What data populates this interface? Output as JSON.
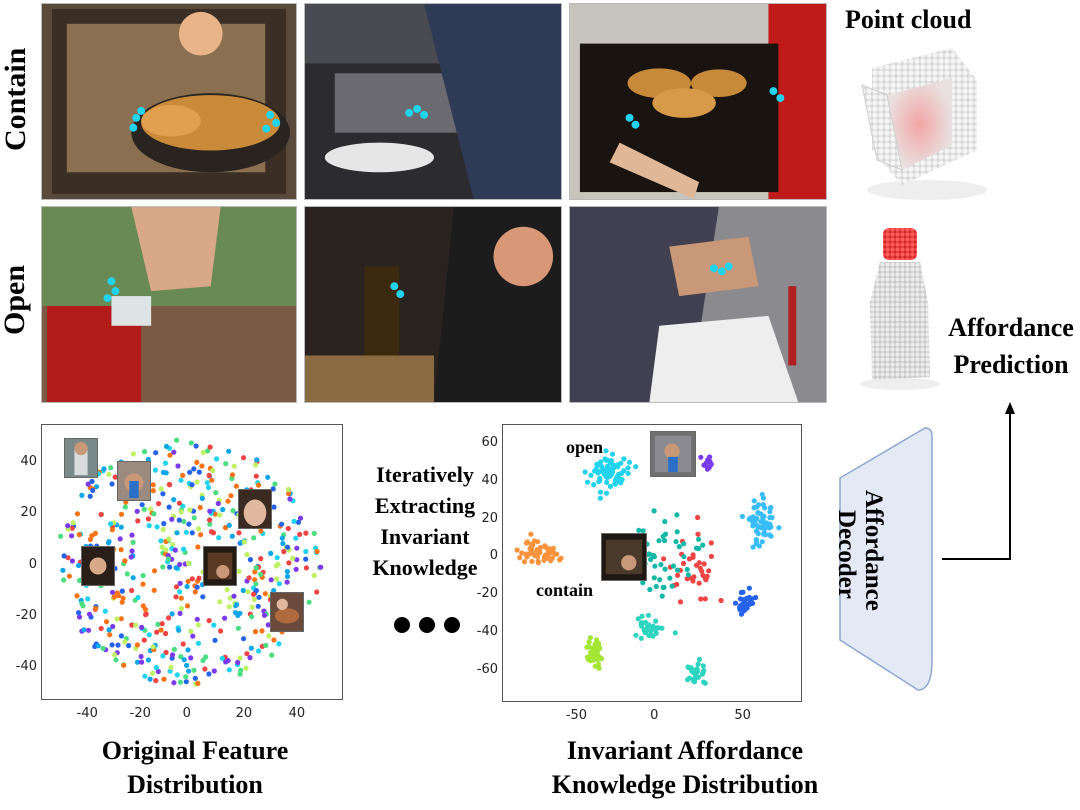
{
  "row_labels": {
    "contain": "Contain",
    "open": "Open"
  },
  "point_cloud_label": "Point cloud",
  "affordance_prediction": [
    "Affordance",
    "Prediction"
  ],
  "affordance_decoder": [
    "Affordance",
    "Decoder"
  ],
  "middle_text": [
    "Iteratively",
    "Extracting",
    "Invariant",
    "Knowledge"
  ],
  "captions": {
    "left": [
      "Original Feature",
      "Distribution"
    ],
    "right": [
      "Invariant Affordance",
      "Knowledge Distribution"
    ]
  },
  "annotations": {
    "open": "open",
    "contain": "contain"
  },
  "colors": {
    "keypoint": "#22d3ee",
    "decoder_fill": "#e3eaf6",
    "decoder_stroke": "#8ea6cf"
  },
  "chart_data": [
    {
      "type": "scatter",
      "title": "",
      "xlabel": "",
      "ylabel": "",
      "xlim": [
        -58,
        56
      ],
      "ylim": [
        -53,
        55
      ],
      "xticks": [
        -40,
        -20,
        0,
        20,
        40
      ],
      "yticks": [
        40,
        20,
        0,
        -20,
        -40
      ],
      "grid": false,
      "distribution": "uniform-mixed",
      "n_points": 560,
      "palette": [
        "#7c3aed",
        "#2563eb",
        "#22d3ee",
        "#4ade80",
        "#bef264",
        "#f97316",
        "#ef4444",
        "#0ea5e9"
      ]
    },
    {
      "type": "scatter",
      "title": "",
      "xlabel": "",
      "ylabel": "",
      "xlim": [
        -95,
        83
      ],
      "ylim": [
        -77,
        70
      ],
      "xticks": [
        -50,
        0,
        50
      ],
      "yticks": [
        60,
        40,
        20,
        0,
        -20,
        -40,
        -60
      ],
      "grid": false,
      "clusters": [
        {
          "color": "#22d3ee",
          "center": [
            -32,
            46
          ],
          "spread": [
            10,
            9
          ],
          "n": 75
        },
        {
          "color": "#fb923c",
          "center": [
            -72,
            2
          ],
          "spread": [
            10,
            5
          ],
          "n": 55
        },
        {
          "color": "#38bdf8",
          "center": [
            58,
            18
          ],
          "spread": [
            8,
            10
          ],
          "n": 60
        },
        {
          "color": "#2563eb",
          "center": [
            50,
            -24
          ],
          "spread": [
            5,
            5
          ],
          "n": 30
        },
        {
          "color": "#a3e635",
          "center": [
            -40,
            -52
          ],
          "spread": [
            4,
            8
          ],
          "n": 35
        },
        {
          "color": "#2dd4bf",
          "center": [
            20,
            -62
          ],
          "spread": [
            5,
            5
          ],
          "n": 30
        },
        {
          "color": "#2dd4bf",
          "center": [
            -8,
            -38
          ],
          "spread": [
            7,
            5
          ],
          "n": 30
        },
        {
          "color": "#7c3aed",
          "center": [
            26,
            50
          ],
          "spread": [
            3,
            3
          ],
          "n": 12
        },
        {
          "color": "#ef4444",
          "center": [
            20,
            -8
          ],
          "spread": [
            12,
            14
          ],
          "n": 35
        },
        {
          "color": "#14b8a6",
          "center": [
            0,
            0
          ],
          "spread": [
            20,
            18
          ],
          "n": 60
        }
      ]
    }
  ]
}
